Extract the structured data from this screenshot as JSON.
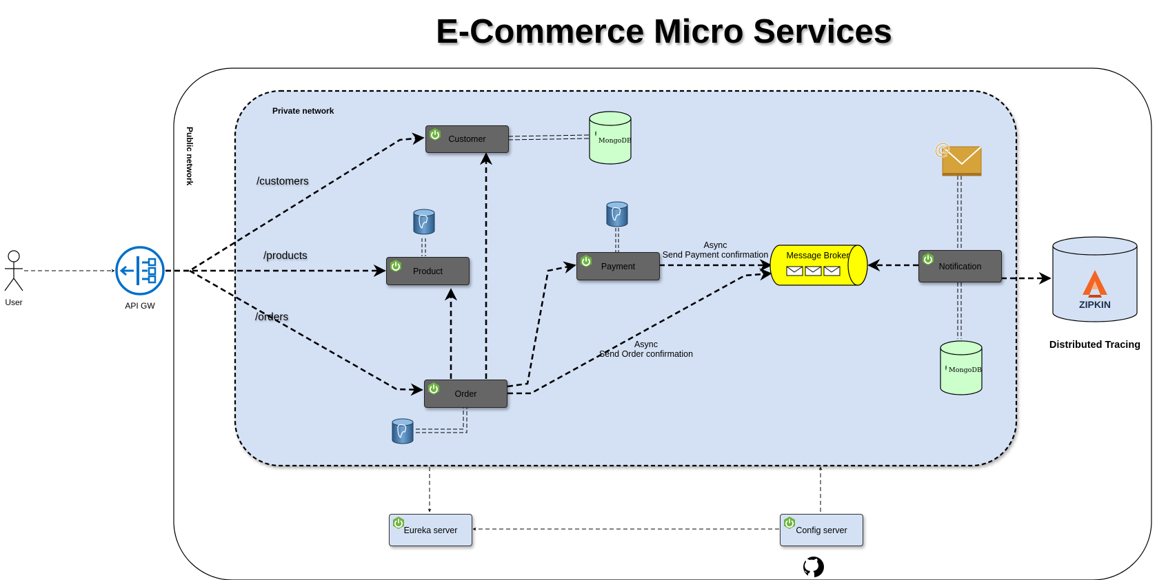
{
  "title": "E-Commerce Micro Services",
  "zones": {
    "public_network": "Public network",
    "private_network": "Private network"
  },
  "actors": {
    "user": "User",
    "api_gateway": "API GW"
  },
  "routes": {
    "customers": "/customers",
    "products": "/products",
    "orders": "/orders"
  },
  "services": {
    "customer": "Customer",
    "product": "Product",
    "order": "Order",
    "payment": "Payment",
    "notification": "Notification",
    "eureka": "Eureka server",
    "config": "Config server"
  },
  "databases": {
    "customer_db": "MongoDB",
    "notification_db": "MongoDB"
  },
  "broker": {
    "label": "Message Broker"
  },
  "async_payment": {
    "line1": "Async",
    "line2": "Send Payment confirmation"
  },
  "async_order": {
    "line1": "Async",
    "line2": "Send Order confirmation"
  },
  "tracing": {
    "logo_text": "ZIPKIN",
    "caption": "Distributed Tracing"
  },
  "icons": {
    "spring": "spring-boot-icon",
    "postgres": "postgresql-icon",
    "mongo": "mongodb-icon",
    "mail": "email-icon",
    "github": "github-icon",
    "zipkin": "zipkin-icon",
    "gateway": "api-gateway-icon",
    "user": "user-actor-icon"
  },
  "colors": {
    "private_network_fill": "#d4e1f5",
    "service_fill": "#666666",
    "spring_green": "#6db33f",
    "mongo_fill": "#ccffcc",
    "broker_fill": "#ffff00",
    "gateway_blue": "#0070c9",
    "zipkin_orange": "#f26522",
    "mail_orange": "#d6a23a"
  }
}
